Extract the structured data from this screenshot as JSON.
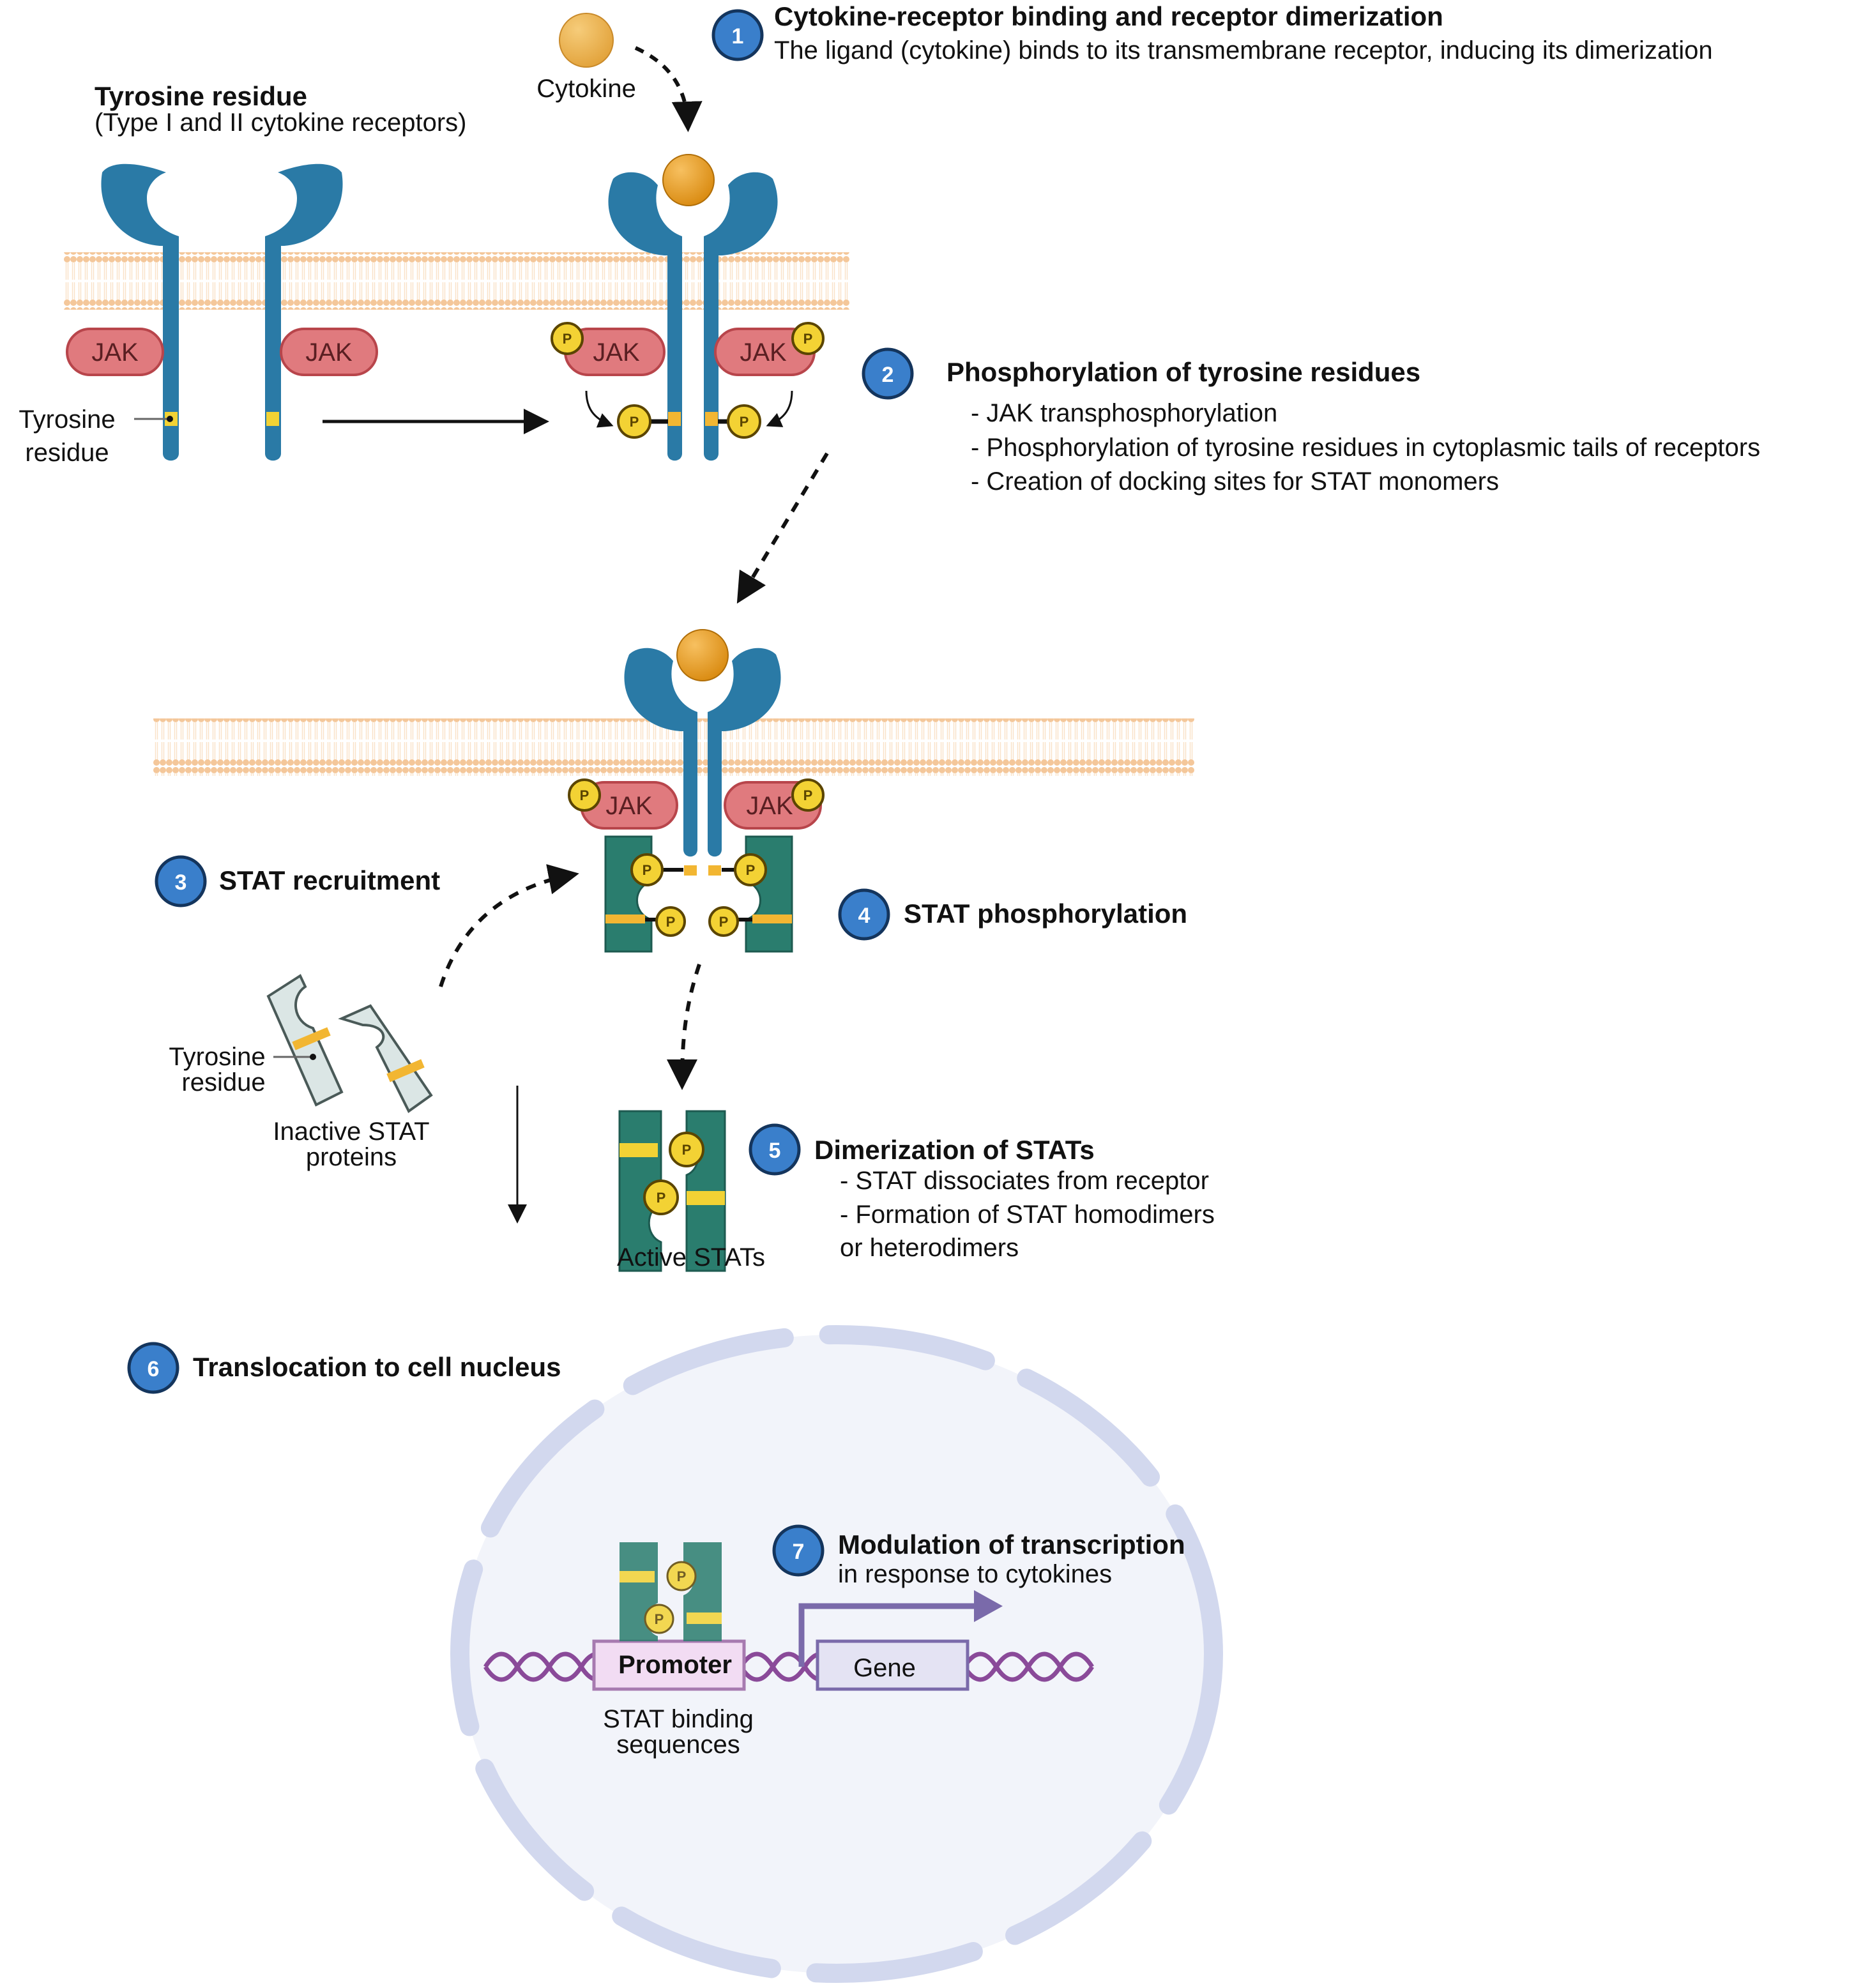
{
  "colors": {
    "receptor": "#2a7aa6",
    "receptor_dark": "#1e5f84",
    "cytokine": "#e59a1c",
    "cytokine_free": "#e9ad45",
    "jak_fill": "#e07a7e",
    "jak_stroke": "#b8454b",
    "phosphate": "#f3d234",
    "tyrosine": "#f2b632",
    "stat_active": "#2a7d6e",
    "stat_inactive": "#dbe6e5",
    "membrane": "#f4c79a",
    "step_badge": "#3a7fcb",
    "nucleus_fill": "#f2f4fa",
    "nucleus_stroke": "#d2d8ee",
    "dna": "#8a4a99",
    "promoter_fill": "#f2dcf3",
    "gene_fill": "#e4e3f3",
    "gene_arrow": "#7a6aaa"
  },
  "labels": {
    "cytokine": "Cytokine",
    "tyrosine_residue_title": "Tyrosine residue",
    "tyrosine_residue_subtitle": "(Type I and II cytokine receptors)",
    "tyrosine_residue_line1": "Tyrosine",
    "tyrosine_residue_line2": "residue",
    "jak": "JAK",
    "phosphate": "P",
    "inactive_stat_line1": "Inactive STAT",
    "inactive_stat_line2": "proteins",
    "active_stats": "Active STATs",
    "promoter": "Promoter",
    "gene": "Gene",
    "stat_binding_line1": "STAT binding",
    "stat_binding_line2": "sequences"
  },
  "steps": [
    {
      "number": "1",
      "title": "Cytokine-receptor binding and receptor dimerization",
      "lines": [
        "The ligand (cytokine) binds to its transmembrane receptor, inducing its dimerization"
      ]
    },
    {
      "number": "2",
      "title": "Phosphorylation of tyrosine residues",
      "lines": [
        "- JAK transphosphorylation",
        "- Phosphorylation of tyrosine residues in cytoplasmic tails of receptors",
        "- Creation of docking sites for STAT monomers"
      ]
    },
    {
      "number": "3",
      "title": "STAT recruitment",
      "lines": []
    },
    {
      "number": "4",
      "title": "STAT phosphorylation",
      "lines": []
    },
    {
      "number": "5",
      "title": "Dimerization of STATs",
      "lines": [
        "- STAT dissociates from receptor",
        "- Formation of STAT homodimers",
        "or heterodimers"
      ]
    },
    {
      "number": "6",
      "title": "Translocation to cell nucleus",
      "lines": []
    },
    {
      "number": "7",
      "title": "Modulation of transcription",
      "lines": [
        "in response to cytokines"
      ]
    }
  ]
}
